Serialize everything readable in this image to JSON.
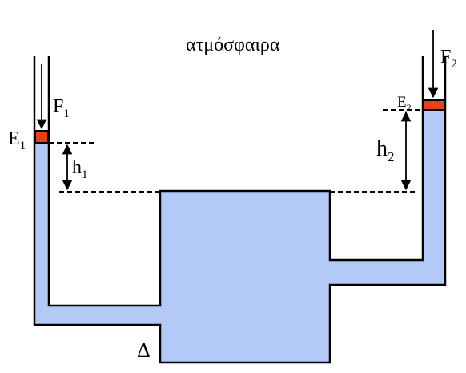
{
  "title": "ατμόσφαιρα",
  "labels": {
    "E1_main": "E",
    "E1_sub": "1",
    "F1_main": "F",
    "F1_sub": "1",
    "h1_main": "h",
    "h1_sub": "1",
    "E2_main": "E",
    "E2_sub": "2",
    "F2_main": "F",
    "F2_sub": "2",
    "h2_main": "h",
    "h2_sub": "2",
    "delta": "Δ"
  },
  "colors": {
    "fluid": "#b3c9f7",
    "piston": "#e8401a",
    "outline": "#000000"
  }
}
